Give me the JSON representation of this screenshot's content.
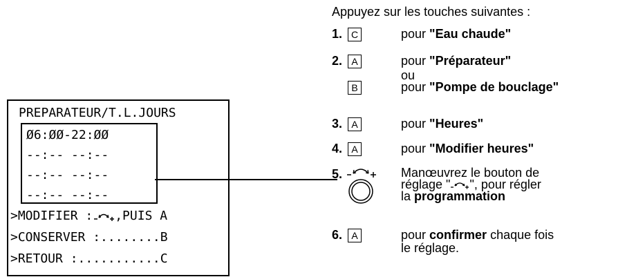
{
  "lcd": {
    "title": "PREPARATEUR/T.L.JOURS",
    "times": [
      "Ø6:ØØ-22:ØØ",
      "--:-- --:--",
      "--:-- --:--",
      "--:-- --:--"
    ],
    "menu": [
      {
        "prefix": ">MODIFIER :",
        "suffix": ",PUIS A"
      },
      {
        "text": ">CONSERVER :........B"
      },
      {
        "text": ">RETOUR :...........C"
      }
    ]
  },
  "instructions": {
    "intro": "Appuyez sur les touches suivantes :",
    "steps": [
      {
        "num": "1.",
        "key": "C",
        "text_before": "pour ",
        "bold": "\"Eau chaude\"",
        "text_after": ""
      },
      {
        "num": "2.",
        "key": "A",
        "text_before": "pour ",
        "bold": "\"Préparateur\"",
        "text_after": ""
      },
      {
        "or": "ou"
      },
      {
        "key": "B",
        "text_before": "pour ",
        "bold": "\"Pompe de bouclage\"",
        "text_after": ""
      },
      {
        "num": "3.",
        "key": "A",
        "text_before": "pour ",
        "bold": "\"Heures\"",
        "text_after": ""
      },
      {
        "num": "4.",
        "key": "A",
        "text_before": "pour ",
        "bold": "\"Modifier heures\"",
        "text_after": ""
      },
      {
        "num": "5.",
        "line1": "Manœuvrez le bouton de",
        "line2_before": "réglage \"",
        "line2_after": "\", pour régler",
        "line3_before": "la ",
        "line3_bold": "programmation"
      },
      {
        "num": "6.",
        "key": "A",
        "line1_before": "pour ",
        "line1_bold": "confirmer",
        "line1_after": " chaque fois",
        "line2": "le réglage."
      }
    ]
  }
}
